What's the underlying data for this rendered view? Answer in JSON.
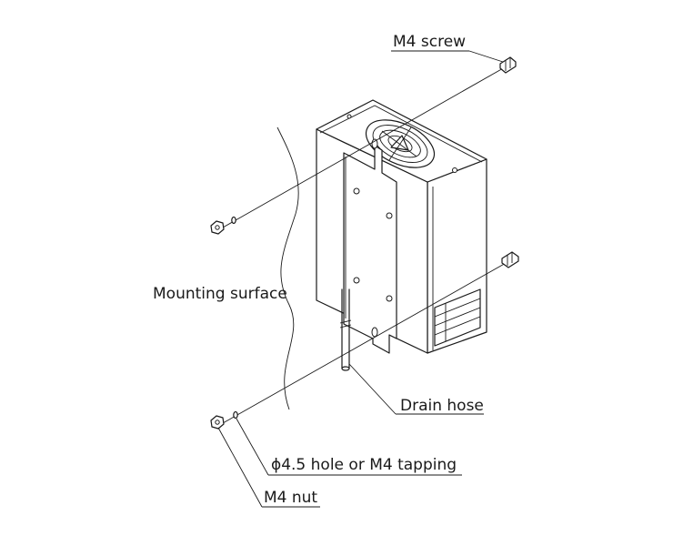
{
  "labels": {
    "m4_screw": "M4 screw",
    "mounting_surface": "Mounting surface",
    "drain_hose": "Drain hose",
    "hole_or_tapping": "ϕ4.5 hole or M4 tapping",
    "m4_nut": "M4 nut"
  },
  "colors": {
    "line": "#1a1a1a",
    "background": "#ffffff"
  }
}
